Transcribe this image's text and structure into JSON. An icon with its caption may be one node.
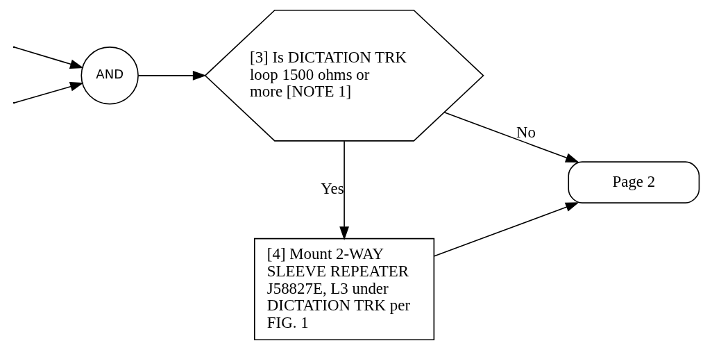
{
  "diagram": {
    "nodes": [
      {
        "text": [
          "AND"
        ]
      },
      {
        "text": [
          "[3] Is DICTATION TRK loop 1500 ohms or more [NOTE 1]"
        ]
      },
      {
        "text": [
          "[4] Mount 2-WAY SLEEVE REPEATER J58827E, L3 under DICTATION TRK per FIG. 1"
        ]
      },
      {
        "text": [
          "Page 2"
        ]
      }
    ],
    "edges": [
      {
        "from": null,
        "to": 0,
        "arrow": "to"
      },
      {
        "from": null,
        "to": 0,
        "arrow": "to"
      },
      {
        "from": 0,
        "to": 1,
        "arrow": "to"
      },
      {
        "from": 1,
        "to": 2,
        "arrow": "to",
        "label": "Yes"
      },
      {
        "from": 1,
        "to": 3,
        "arrow": "to",
        "label": "No"
      },
      {
        "from": 2,
        "to": 3,
        "arrow": "to"
      }
    ]
  }
}
